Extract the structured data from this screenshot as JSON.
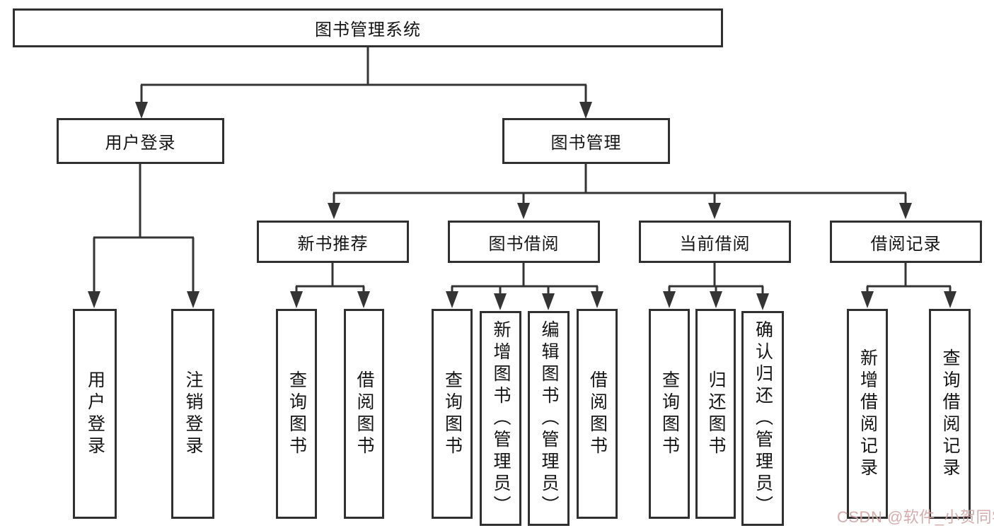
{
  "diagram_type": "functional-decomposition-tree",
  "tree": {
    "label": "图书管理系统",
    "children": [
      {
        "label": "用户登录",
        "children": [
          {
            "label": "用户登录"
          },
          {
            "label": "注销登录"
          }
        ]
      },
      {
        "label": "图书管理",
        "children": [
          {
            "label": "新书推荐",
            "children": [
              {
                "label": "查询图书"
              },
              {
                "label": "借阅图书"
              }
            ]
          },
          {
            "label": "图书借阅",
            "children": [
              {
                "label": "查询图书"
              },
              {
                "label": "新增图书（管理员）"
              },
              {
                "label": "编辑图书（管理员）"
              },
              {
                "label": "借阅图书"
              }
            ]
          },
          {
            "label": "当前借阅",
            "children": [
              {
                "label": "查询图书"
              },
              {
                "label": "归还图书"
              },
              {
                "label": "确认归还（管理员）"
              }
            ]
          },
          {
            "label": "借阅记录",
            "children": [
              {
                "label": "新增借阅记录"
              },
              {
                "label": "查询借阅记录"
              }
            ]
          }
        ]
      }
    ]
  },
  "watermark": {
    "text": "CSDN @软件_小贺同学",
    "color": "#d2a4a4"
  },
  "colors": {
    "box_border": "#303030",
    "connector": "#343434",
    "text": "#141414",
    "background": "#ffffff"
  }
}
